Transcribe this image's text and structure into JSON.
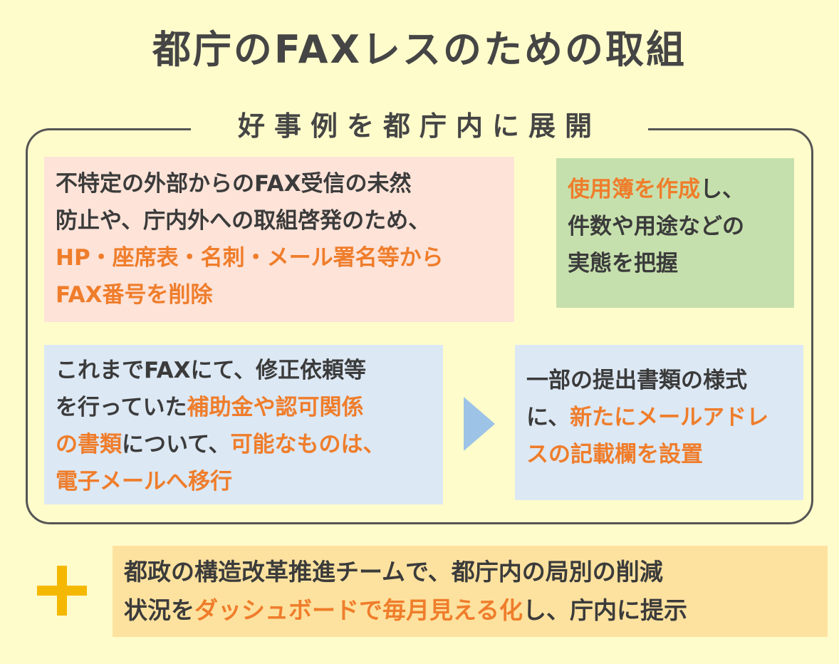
{
  "title": "都庁のFAXレスのための取組",
  "subtitle": "好事例を都庁内に展開",
  "box_topleft": {
    "l1": "不特定の外部からのFAX受信の未然",
    "l2": "防止や、庁内外への取組啓発のため、",
    "l3": "HP・座席表・名刺・メール署名等から",
    "l4": "FAX番号を削除"
  },
  "box_topright": {
    "l1_hl": "使用簿を作成",
    "l1_rest": "し、",
    "l2": "件数や用途などの",
    "l3": "実態を把握"
  },
  "box_bottomleft": {
    "l1": "これまでFAXにて、修正依頼等",
    "l2_a": "を行っていた",
    "l2_hl": "補助金や認可関係",
    "l3_hl1": "の書類",
    "l3_mid": "について、",
    "l3_hl2": "可能なものは、",
    "l4_hl": "電子メールへ移行"
  },
  "box_bottomright": {
    "l1": "一部の提出書類の様式",
    "l2_a": "に、",
    "l2_hl": "新たにメールアドレ",
    "l3_hl": "スの記載欄を設置"
  },
  "bottom": {
    "l1": "都政の構造改革推進チームで、都庁内の局別の削減",
    "l2_a": "状況を",
    "l2_hl": "ダッシュボードで毎月見える化",
    "l2_rest": "し、庁内に提示"
  },
  "colors": {
    "highlight": "#ef7d2b",
    "plus": "#f5b800",
    "arrow": "#9dc3e6"
  },
  "icons": {
    "arrow": "right-triangle-icon",
    "plus": "plus-icon"
  }
}
